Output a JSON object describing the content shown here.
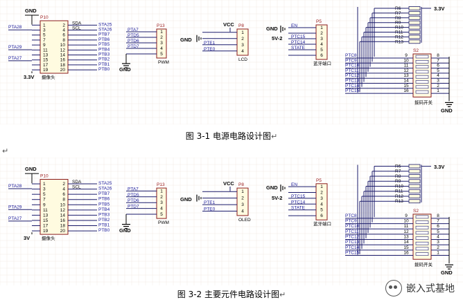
{
  "figure1": {
    "caption": "图 3-1 电源电路设计图",
    "para_mark": "↵",
    "p10": {
      "ref": "P10",
      "name": "摄像头",
      "gnd": "GND",
      "vcc": "3.3V",
      "left_pins": [
        "1",
        "3",
        "5",
        "7",
        "9",
        "11",
        "13",
        "15",
        "17",
        "19"
      ],
      "right_pins": [
        "2",
        "4",
        "6",
        "8",
        "10",
        "12",
        "14",
        "16",
        "18",
        "20"
      ],
      "left_nets": [
        "PTA28",
        "PTA29",
        "PTA27"
      ],
      "right_nets": [
        "SDA",
        "SCL",
        "",
        "",
        "",
        "",
        "",
        "",
        "",
        ""
      ],
      "right_labels": [
        "STA25",
        "STA26",
        "PTB7",
        "PTB6",
        "PTB5",
        "PTB4",
        "PTB3",
        "PTB2",
        "PTB1",
        "PTB0"
      ]
    },
    "p13": {
      "ref": "P13",
      "name": "PWM",
      "nets": [
        "PTA7",
        "PTD5",
        "PTD6",
        "PTD7"
      ],
      "pins": [
        "1",
        "2",
        "3",
        "4",
        "5"
      ],
      "gnd": "GND"
    },
    "p8": {
      "ref": "P8",
      "name": "LCD",
      "vcc": "VCC",
      "gnd": "GND",
      "nets": [
        "PTE1",
        "PTE0"
      ],
      "pins": [
        "1",
        "2",
        "3",
        "4"
      ]
    },
    "p5": {
      "ref": "P5",
      "name": "蓝牙端口",
      "gnd": "GND",
      "pwr": "5V-2",
      "nets": [
        "EN",
        "",
        "PTC15",
        "PTC14",
        "STATE"
      ],
      "pins": [
        "1",
        "2",
        "3",
        "4",
        "5",
        "6"
      ]
    },
    "s2": {
      "ref": "S2",
      "name": "拨码开关",
      "vcc": "3.3V",
      "gnd": "GND",
      "resistors": [
        "R6",
        "R7",
        "R8",
        "R9",
        "R10",
        "R11",
        "R12",
        "R13"
      ],
      "nets": [
        "PTC8",
        "PTC9",
        "PTC10",
        "PTC11",
        "PTC12",
        "PTC13",
        "PTC14",
        "PTC15"
      ],
      "left_pins": [
        "9",
        "10",
        "11",
        "12",
        "13",
        "14",
        "15",
        "16"
      ],
      "right_pins": [
        "8",
        "7",
        "6",
        "5",
        "4",
        "3",
        "2",
        "1"
      ]
    }
  },
  "figure2": {
    "caption": "图 3-2 主要元件电路设计图",
    "para_mark": "↵",
    "p10": {
      "ref": "P10",
      "name": "摄像头",
      "gnd": "GND",
      "vcc": "3V",
      "left_pins": [
        "1",
        "3",
        "5",
        "7",
        "9",
        "11",
        "13",
        "15",
        "17",
        "19"
      ],
      "right_pins": [
        "2",
        "4",
        "6",
        "8",
        "10",
        "12",
        "14",
        "16",
        "18",
        "20"
      ],
      "left_nets": [
        "PTA28",
        "PTA29",
        "PTA27"
      ],
      "right_nets": [
        "SDA",
        "SCL",
        "",
        "",
        "",
        "",
        "",
        "",
        "",
        ""
      ],
      "right_labels": [
        "STA25",
        "STA26",
        "PTB7",
        "PTB6",
        "PTB5",
        "PTB4",
        "PTB3",
        "PTB2",
        "PTB1",
        "PTB0"
      ]
    },
    "p13": {
      "ref": "P13",
      "name": "PWM",
      "nets": [
        "PTA7",
        "PTD5",
        "PTD6",
        "PTD7"
      ],
      "pins": [
        "1",
        "2",
        "3",
        "4",
        "5"
      ],
      "gnd": "GND"
    },
    "p8": {
      "ref": "P8",
      "name": "OLED",
      "vcc": "VCC",
      "gnd": "GND",
      "nets": [
        "PTE1",
        "PTE0"
      ],
      "pins": [
        "1",
        "2",
        "3",
        "4"
      ]
    },
    "p5": {
      "ref": "P5",
      "name": "蓝牙端口",
      "gnd": "GND",
      "pwr": "5V-2",
      "nets": [
        "EN",
        "",
        "PTC15",
        "PTC14",
        "STATE"
      ],
      "pins": [
        "1",
        "2",
        "3",
        "4",
        "5",
        "6"
      ]
    },
    "s2": {
      "ref": "S2",
      "name": "拨码开关",
      "vcc": "3.3V",
      "gnd": "GND",
      "resistors": [
        "R6",
        "R7",
        "R8",
        "R9",
        "R10",
        "R11",
        "R12",
        "R13"
      ],
      "nets": [
        "PTC8",
        "PTC9",
        "PTC10",
        "PTC11",
        "PTC12",
        "PTC13",
        "PTC14",
        "PTC15"
      ],
      "left_pins": [
        "9",
        "10",
        "11",
        "12",
        "13",
        "14",
        "15",
        "16"
      ],
      "right_pins": [
        "8",
        "7",
        "6",
        "5",
        "4",
        "3",
        "2",
        "1"
      ]
    }
  },
  "separator_mark": "↵",
  "watermark": {
    "text": "嵌入式基地",
    "icon": "wechat-icon"
  }
}
